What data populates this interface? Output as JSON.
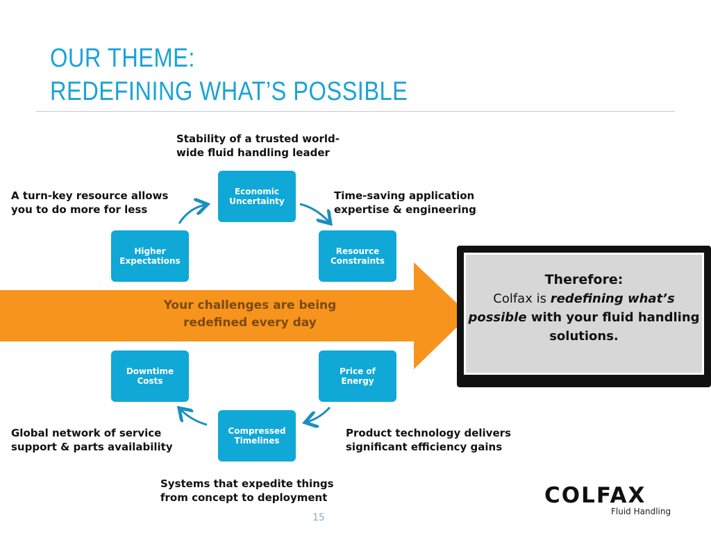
{
  "title": {
    "line1": "OUR THEME:",
    "line2": "REDEFINING WHAT’S POSSIBLE"
  },
  "captions": {
    "top": [
      "Stability of a trusted world-",
      "wide fluid handling leader"
    ],
    "left_top": [
      "A turn-key resource allows",
      "you to do more for less"
    ],
    "right_top": [
      "Time-saving application",
      "expertise & engineering"
    ],
    "left_bottom": [
      "Global network of service",
      "support & parts availability"
    ],
    "right_bottom": [
      "Product technology delivers",
      "significant efficiency gains"
    ],
    "bottom": [
      "Systems that expedite things",
      "from concept to deployment"
    ]
  },
  "boxes": {
    "economic": "Economic Uncertainty",
    "resource": "Resource Constraints",
    "price": "Price of Energy",
    "compressed": "Compressed Timelines",
    "downtime": "Downtime Costs",
    "higher": "Higher Expectations"
  },
  "banner": {
    "line1": "Your challenges are being",
    "line2": "redefined every day"
  },
  "panel": {
    "heading": "Therefore:",
    "text_plain1": "Colfax is ",
    "text_italic": "redefining what’s possible",
    "text_bold": " with your fluid handling solutions."
  },
  "logo": {
    "word": "COLFAX",
    "sub": "Fluid Handling"
  },
  "page_number": "15",
  "colors": {
    "accent": "#1aa3d8",
    "box": "#10a8d6",
    "banner": "#f7941d",
    "arrow": "#1a8fbf"
  }
}
